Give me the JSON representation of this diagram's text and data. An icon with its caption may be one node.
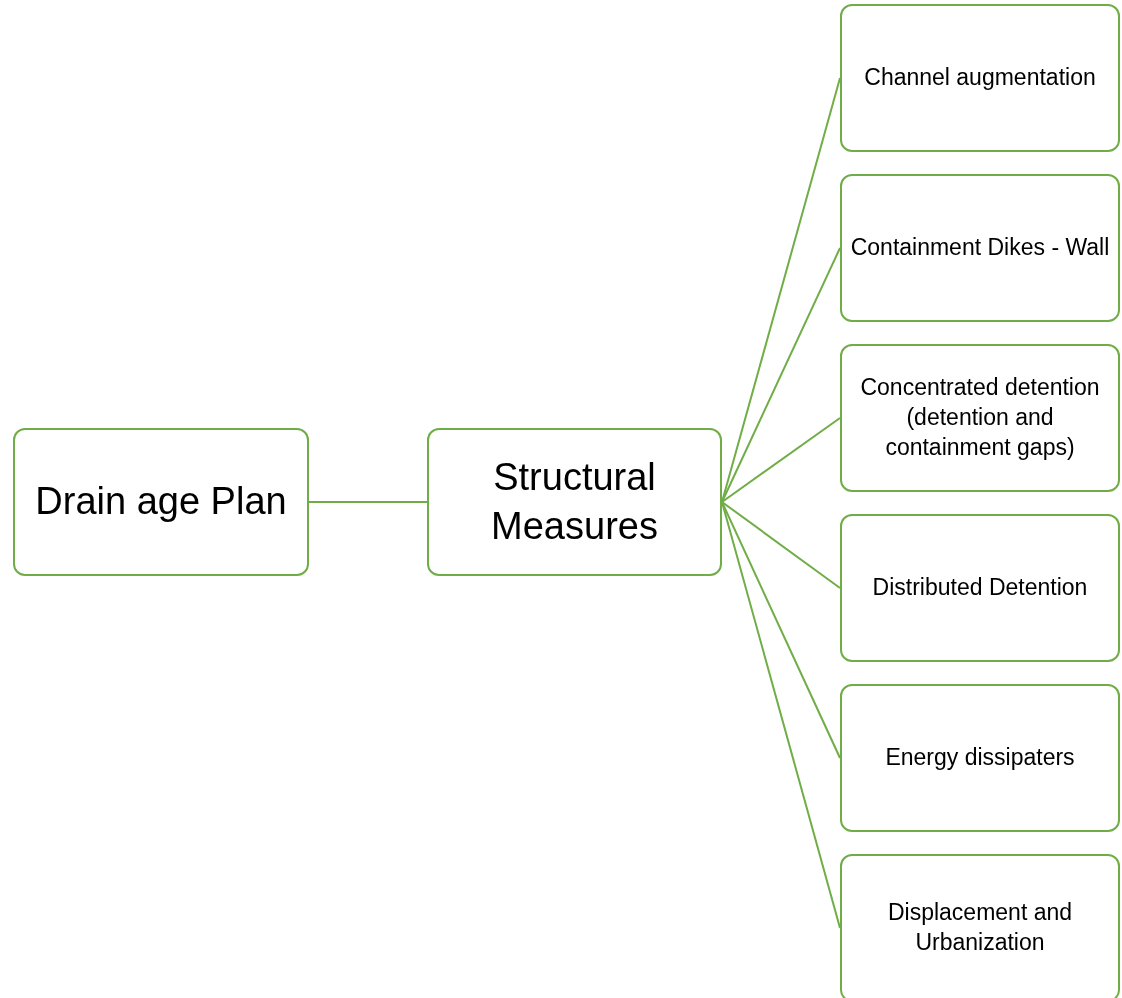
{
  "diagram": {
    "nodes": [
      {
        "text": [
          "Drain age Plan"
        ]
      },
      {
        "text": [
          "Structural Measures"
        ]
      },
      {
        "text": [
          "Channel augmentation"
        ]
      },
      {
        "text": [
          "Containment Dikes - Wall"
        ]
      },
      {
        "text": [
          "Concentrated detention (detention and containment gaps)"
        ]
      },
      {
        "text": [
          "Distributed Detention"
        ]
      },
      {
        "text": [
          "Energy dissipaters"
        ]
      },
      {
        "text": [
          "Displacement and Urbanization"
        ]
      }
    ],
    "edges": [
      {
        "from": 0,
        "to": 1,
        "arrow": "none"
      },
      {
        "from": 1,
        "to": 2,
        "arrow": "none"
      },
      {
        "from": 1,
        "to": 3,
        "arrow": "none"
      },
      {
        "from": 1,
        "to": 4,
        "arrow": "none"
      },
      {
        "from": 1,
        "to": 5,
        "arrow": "none"
      },
      {
        "from": 1,
        "to": 6,
        "arrow": "none"
      },
      {
        "from": 1,
        "to": 7,
        "arrow": "none"
      }
    ]
  }
}
